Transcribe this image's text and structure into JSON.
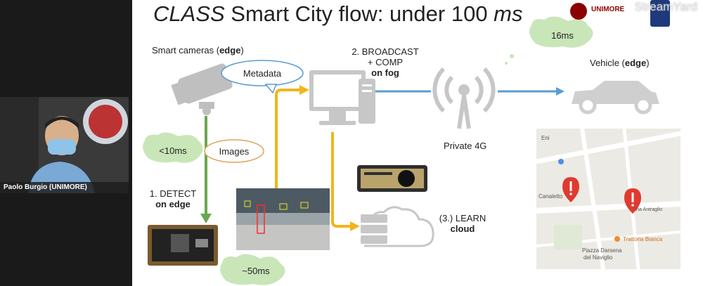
{
  "presenter": {
    "name": "Paolo Burgio (UNIMORE)"
  },
  "watermark": "StreamYard",
  "slide": {
    "title_part1": "CLASS",
    "title_part2": " Smart City flow: ",
    "title_part3": "under 100 ",
    "title_part4": "ms",
    "logo_text": "UNIMORE",
    "smart_cameras": "Smart cameras (",
    "smart_cameras_bold": "edge",
    "smart_cameras_end": ")",
    "metadata": "Metadata",
    "images": "Images",
    "lt10ms": "<10ms",
    "detect_line1": "1. DETECT",
    "detect_line2": "on edge",
    "approx50ms": "~50ms",
    "broadcast_line1": "2. BROADCAST",
    "broadcast_line2": "+ COMP",
    "broadcast_line3": "on fog",
    "ms16": "16ms",
    "private4g": "Private 4G",
    "vehicle": "Vehicle (",
    "vehicle_bold": "edge",
    "vehicle_end": ")",
    "learn_line1": "(3.) LEARN",
    "learn_line2": "cloud",
    "map_labels": [
      "Eni",
      "Canaletto",
      "Via Antraglio",
      "Piazza Darsena",
      "del Naviglio",
      "Trattoria Bianca"
    ]
  },
  "colors": {
    "green_arrow": "#6aa84f",
    "yellow_arrow": "#f1b51c",
    "blue_arrow": "#5b9bd5",
    "green_bubble": "#c9e6b8",
    "pin_red": "#e03a2f"
  }
}
